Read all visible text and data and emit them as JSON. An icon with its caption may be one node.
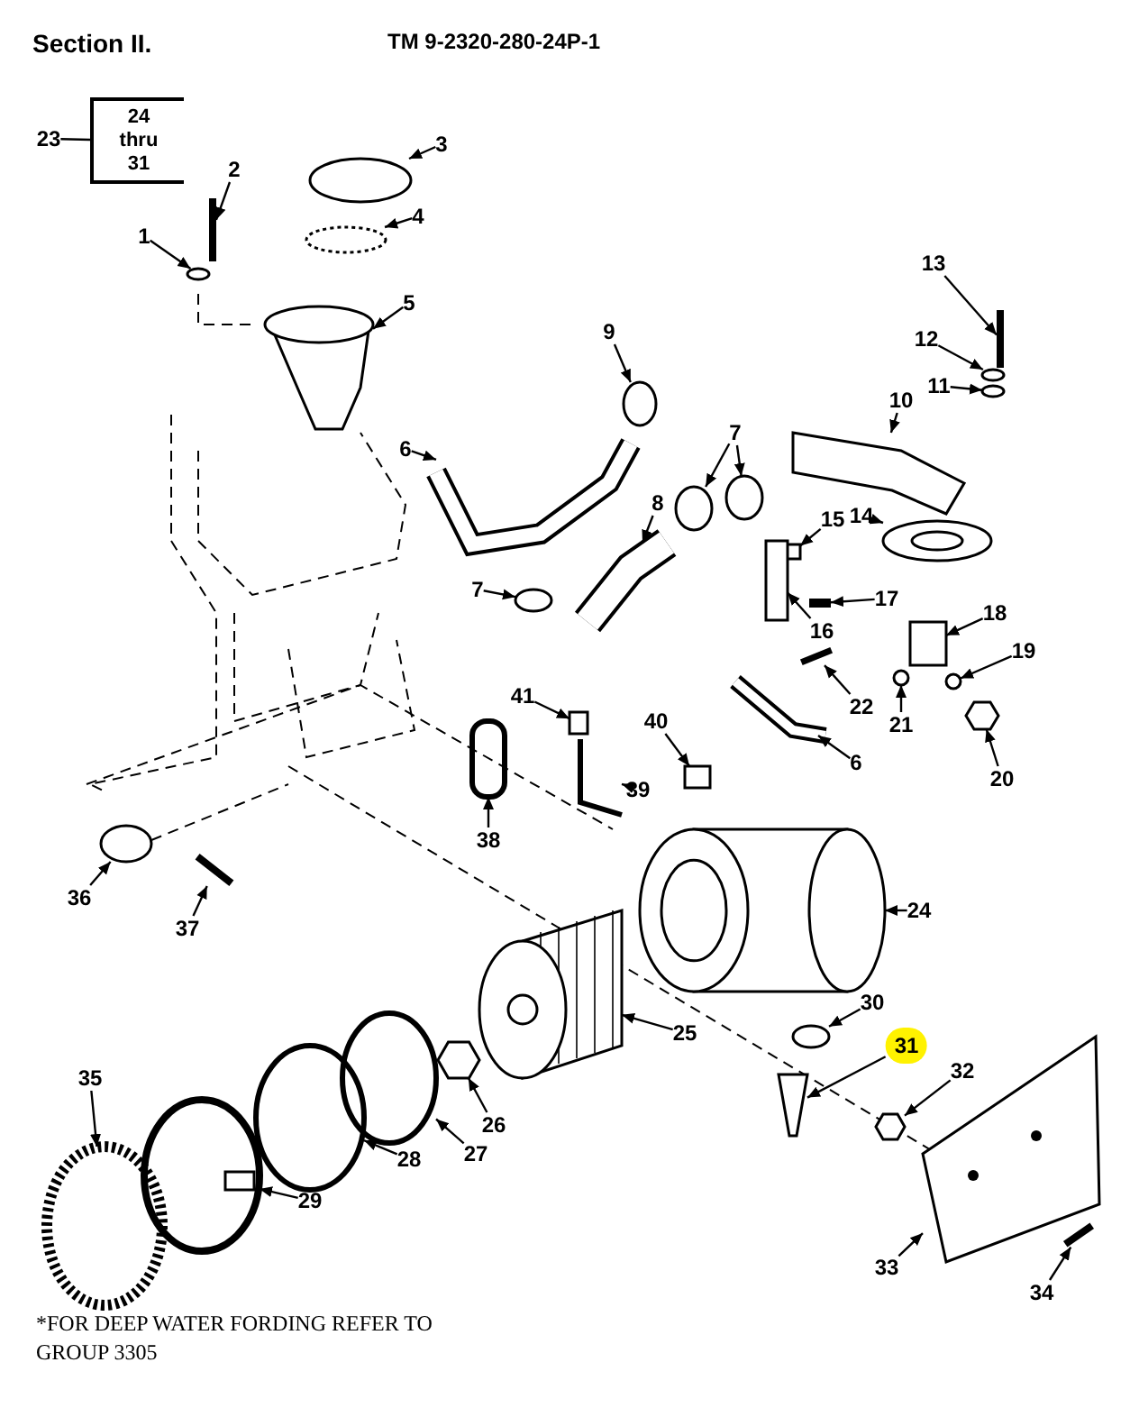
{
  "diagram": {
    "nodes": [
      {
        "text": [
          "23"
        ]
      },
      {
        "text": [
          "24 thru 31"
        ]
      },
      {
        "text": [
          "1"
        ]
      },
      {
        "text": [
          "2"
        ]
      },
      {
        "text": [
          "3"
        ]
      },
      {
        "text": [
          "4"
        ]
      },
      {
        "text": [
          "5"
        ]
      },
      {
        "text": [
          "6"
        ]
      },
      {
        "text": [
          "6"
        ]
      },
      {
        "text": [
          "7"
        ]
      },
      {
        "text": [
          "7"
        ]
      },
      {
        "text": [
          "8"
        ]
      },
      {
        "text": [
          "9"
        ]
      },
      {
        "text": [
          "10"
        ]
      },
      {
        "text": [
          "11"
        ]
      },
      {
        "text": [
          "12"
        ]
      },
      {
        "text": [
          "13"
        ]
      },
      {
        "text": [
          "14"
        ]
      },
      {
        "text": [
          "15"
        ]
      },
      {
        "text": [
          "16"
        ]
      },
      {
        "text": [
          "17"
        ]
      },
      {
        "text": [
          "18"
        ]
      },
      {
        "text": [
          "19"
        ]
      },
      {
        "text": [
          "20"
        ]
      },
      {
        "text": [
          "21"
        ]
      },
      {
        "text": [
          "22"
        ]
      },
      {
        "text": [
          "24"
        ]
      },
      {
        "text": [
          "25"
        ]
      },
      {
        "text": [
          "26"
        ]
      },
      {
        "text": [
          "27"
        ]
      },
      {
        "text": [
          "28"
        ]
      },
      {
        "text": [
          "29"
        ]
      },
      {
        "text": [
          "30"
        ]
      },
      {
        "text": [
          "31"
        ]
      },
      {
        "text": [
          "32"
        ]
      },
      {
        "text": [
          "33"
        ]
      },
      {
        "text": [
          "34"
        ]
      },
      {
        "text": [
          "35"
        ]
      },
      {
        "text": [
          "36"
        ]
      },
      {
        "text": [
          "37"
        ]
      },
      {
        "text": [
          "38"
        ]
      },
      {
        "text": [
          "39"
        ]
      },
      {
        "text": [
          "40"
        ]
      },
      {
        "text": [
          "41"
        ]
      },
      {
        "text": [],
        "shape": "circle"
      },
      {
        "text": [],
        "shape": "bar"
      },
      {
        "text": [],
        "shape": "circle"
      },
      {
        "text": [],
        "shape": "circle"
      },
      {
        "text": [],
        "shape": "picture"
      },
      {
        "text": [],
        "shape": "picture"
      },
      {
        "text": [],
        "shape": "picture"
      },
      {
        "text": [],
        "shape": "circle"
      },
      {
        "text": [],
        "shape": "circle"
      },
      {
        "text": [],
        "shape": "circle"
      },
      {
        "text": [],
        "shape": "picture"
      },
      {
        "text": [],
        "shape": "circle"
      },
      {
        "text": [],
        "shape": "picture"
      },
      {
        "text": [],
        "shape": "circle"
      },
      {
        "text": [],
        "shape": "circle"
      },
      {
        "text": [],
        "shape": "bar"
      },
      {
        "text": [],
        "shape": "picture"
      },
      {
        "text": [],
        "shape": "box"
      },
      {
        "text": [],
        "shape": "box"
      },
      {
        "text": [],
        "shape": "bar"
      },
      {
        "text": [],
        "shape": "box"
      },
      {
        "text": [],
        "shape": "circle"
      },
      {
        "text": [],
        "shape": "hexagon"
      },
      {
        "text": [],
        "shape": "circle"
      },
      {
        "text": [],
        "shape": "bar"
      },
      {
        "text": [],
        "shape": "cylinder"
      },
      {
        "text": [],
        "shape": "picture"
      },
      {
        "text": [],
        "shape": "hexagon"
      },
      {
        "text": [],
        "shape": "circle"
      },
      {
        "text": [],
        "shape": "circle"
      },
      {
        "text": [],
        "shape": "picture"
      },
      {
        "text": [],
        "shape": "circle"
      },
      {
        "text": [],
        "shape": "cone"
      },
      {
        "text": [],
        "shape": "hexagon"
      },
      {
        "text": [],
        "shape": "picture"
      },
      {
        "text": [],
        "shape": "bar"
      },
      {
        "text": [],
        "shape": "circle"
      },
      {
        "text": [],
        "shape": "circle"
      },
      {
        "text": [],
        "shape": "bar"
      },
      {
        "text": [],
        "shape": "box"
      },
      {
        "text": [],
        "shape": "picture"
      },
      {
        "text": [],
        "shape": "box"
      },
      {
        "text": [],
        "shape": "box"
      }
    ],
    "edges": [
      {
        "from": 0,
        "to": 1,
        "arrow": "none"
      },
      {
        "from": 2,
        "to": 44,
        "arrow": "to"
      },
      {
        "from": 3,
        "to": 45,
        "arrow": "to"
      },
      {
        "from": 4,
        "to": 46,
        "arrow": "to"
      },
      {
        "from": 5,
        "to": 47,
        "arrow": "to"
      },
      {
        "from": 6,
        "to": 48,
        "arrow": "to"
      },
      {
        "from": 7,
        "to": 49,
        "arrow": "to"
      },
      {
        "from": 8,
        "to": 50,
        "arrow": "to"
      },
      {
        "from": 9,
        "to": 51,
        "arrow": "to"
      },
      {
        "from": 9,
        "to": 52,
        "arrow": "to"
      },
      {
        "from": 10,
        "to": 53,
        "arrow": "to"
      },
      {
        "from": 11,
        "to": 54,
        "arrow": "to"
      },
      {
        "from": 12,
        "to": 55,
        "arrow": "to"
      },
      {
        "from": 13,
        "to": 56,
        "arrow": "to"
      },
      {
        "from": 14,
        "to": 57,
        "arrow": "to"
      },
      {
        "from": 15,
        "to": 58,
        "arrow": "to"
      },
      {
        "from": 16,
        "to": 59,
        "arrow": "to"
      },
      {
        "from": 17,
        "to": 60,
        "arrow": "to"
      },
      {
        "from": 18,
        "to": 61,
        "arrow": "to"
      },
      {
        "from": 19,
        "to": 62,
        "arrow": "to"
      },
      {
        "from": 20,
        "to": 63,
        "arrow": "to"
      },
      {
        "from": 21,
        "to": 64,
        "arrow": "to"
      },
      {
        "from": 22,
        "to": 65,
        "arrow": "to"
      },
      {
        "from": 23,
        "to": 66,
        "arrow": "to"
      },
      {
        "from": 24,
        "to": 67,
        "arrow": "to"
      },
      {
        "from": 25,
        "to": 68,
        "arrow": "to"
      },
      {
        "from": 26,
        "to": 69,
        "arrow": "to"
      },
      {
        "from": 27,
        "to": 70,
        "arrow": "to"
      },
      {
        "from": 28,
        "to": 71,
        "arrow": "to"
      },
      {
        "from": 29,
        "to": 72,
        "arrow": "to"
      },
      {
        "from": 30,
        "to": 73,
        "arrow": "to"
      },
      {
        "from": 31,
        "to": 74,
        "arrow": "to"
      },
      {
        "from": 32,
        "to": 75,
        "arrow": "to"
      },
      {
        "from": 33,
        "to": 76,
        "arrow": "to"
      },
      {
        "from": 34,
        "to": 77,
        "arrow": "to"
      },
      {
        "from": 35,
        "to": 78,
        "arrow": "to"
      },
      {
        "from": 36,
        "to": 79,
        "arrow": "to"
      },
      {
        "from": 37,
        "to": 80,
        "arrow": "to"
      },
      {
        "from": 38,
        "to": 81,
        "arrow": "to"
      },
      {
        "from": 39,
        "to": 82,
        "arrow": "to"
      },
      {
        "from": 40,
        "to": 83,
        "arrow": "to"
      },
      {
        "from": 41,
        "to": 84,
        "arrow": "to"
      },
      {
        "from": 42,
        "to": 85,
        "arrow": "to"
      },
      {
        "from": 43,
        "to": 86,
        "arrow": "to"
      }
    ],
    "labels": [
      "Section II.",
      "TM 9-2320-280-24P-1",
      "*FOR DEEP WATER FORDING REFER TO GROUP 3305"
    ]
  }
}
